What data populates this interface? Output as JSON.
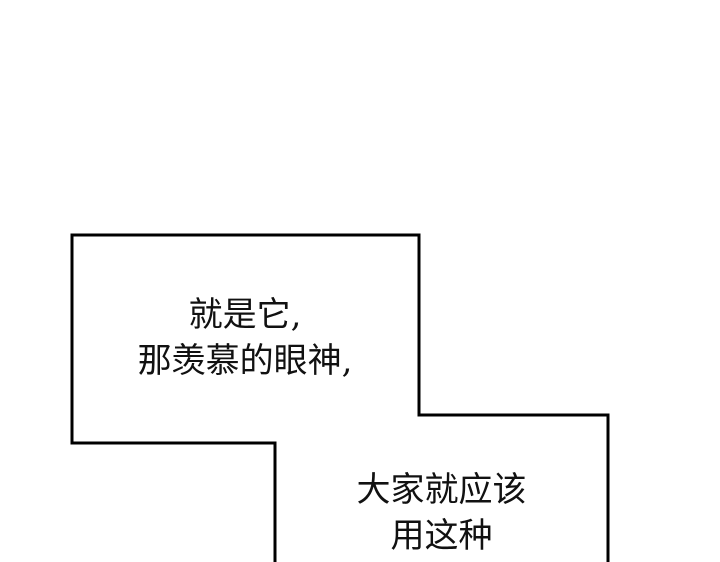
{
  "caption_box_1": {
    "lines": [
      "就是它,",
      "那羡慕的眼神,"
    ]
  },
  "caption_box_2": {
    "lines": [
      "大家就应该",
      "用这种"
    ]
  },
  "colors": {
    "border": "#000000",
    "text": "#111111",
    "background": "#ffffff"
  }
}
